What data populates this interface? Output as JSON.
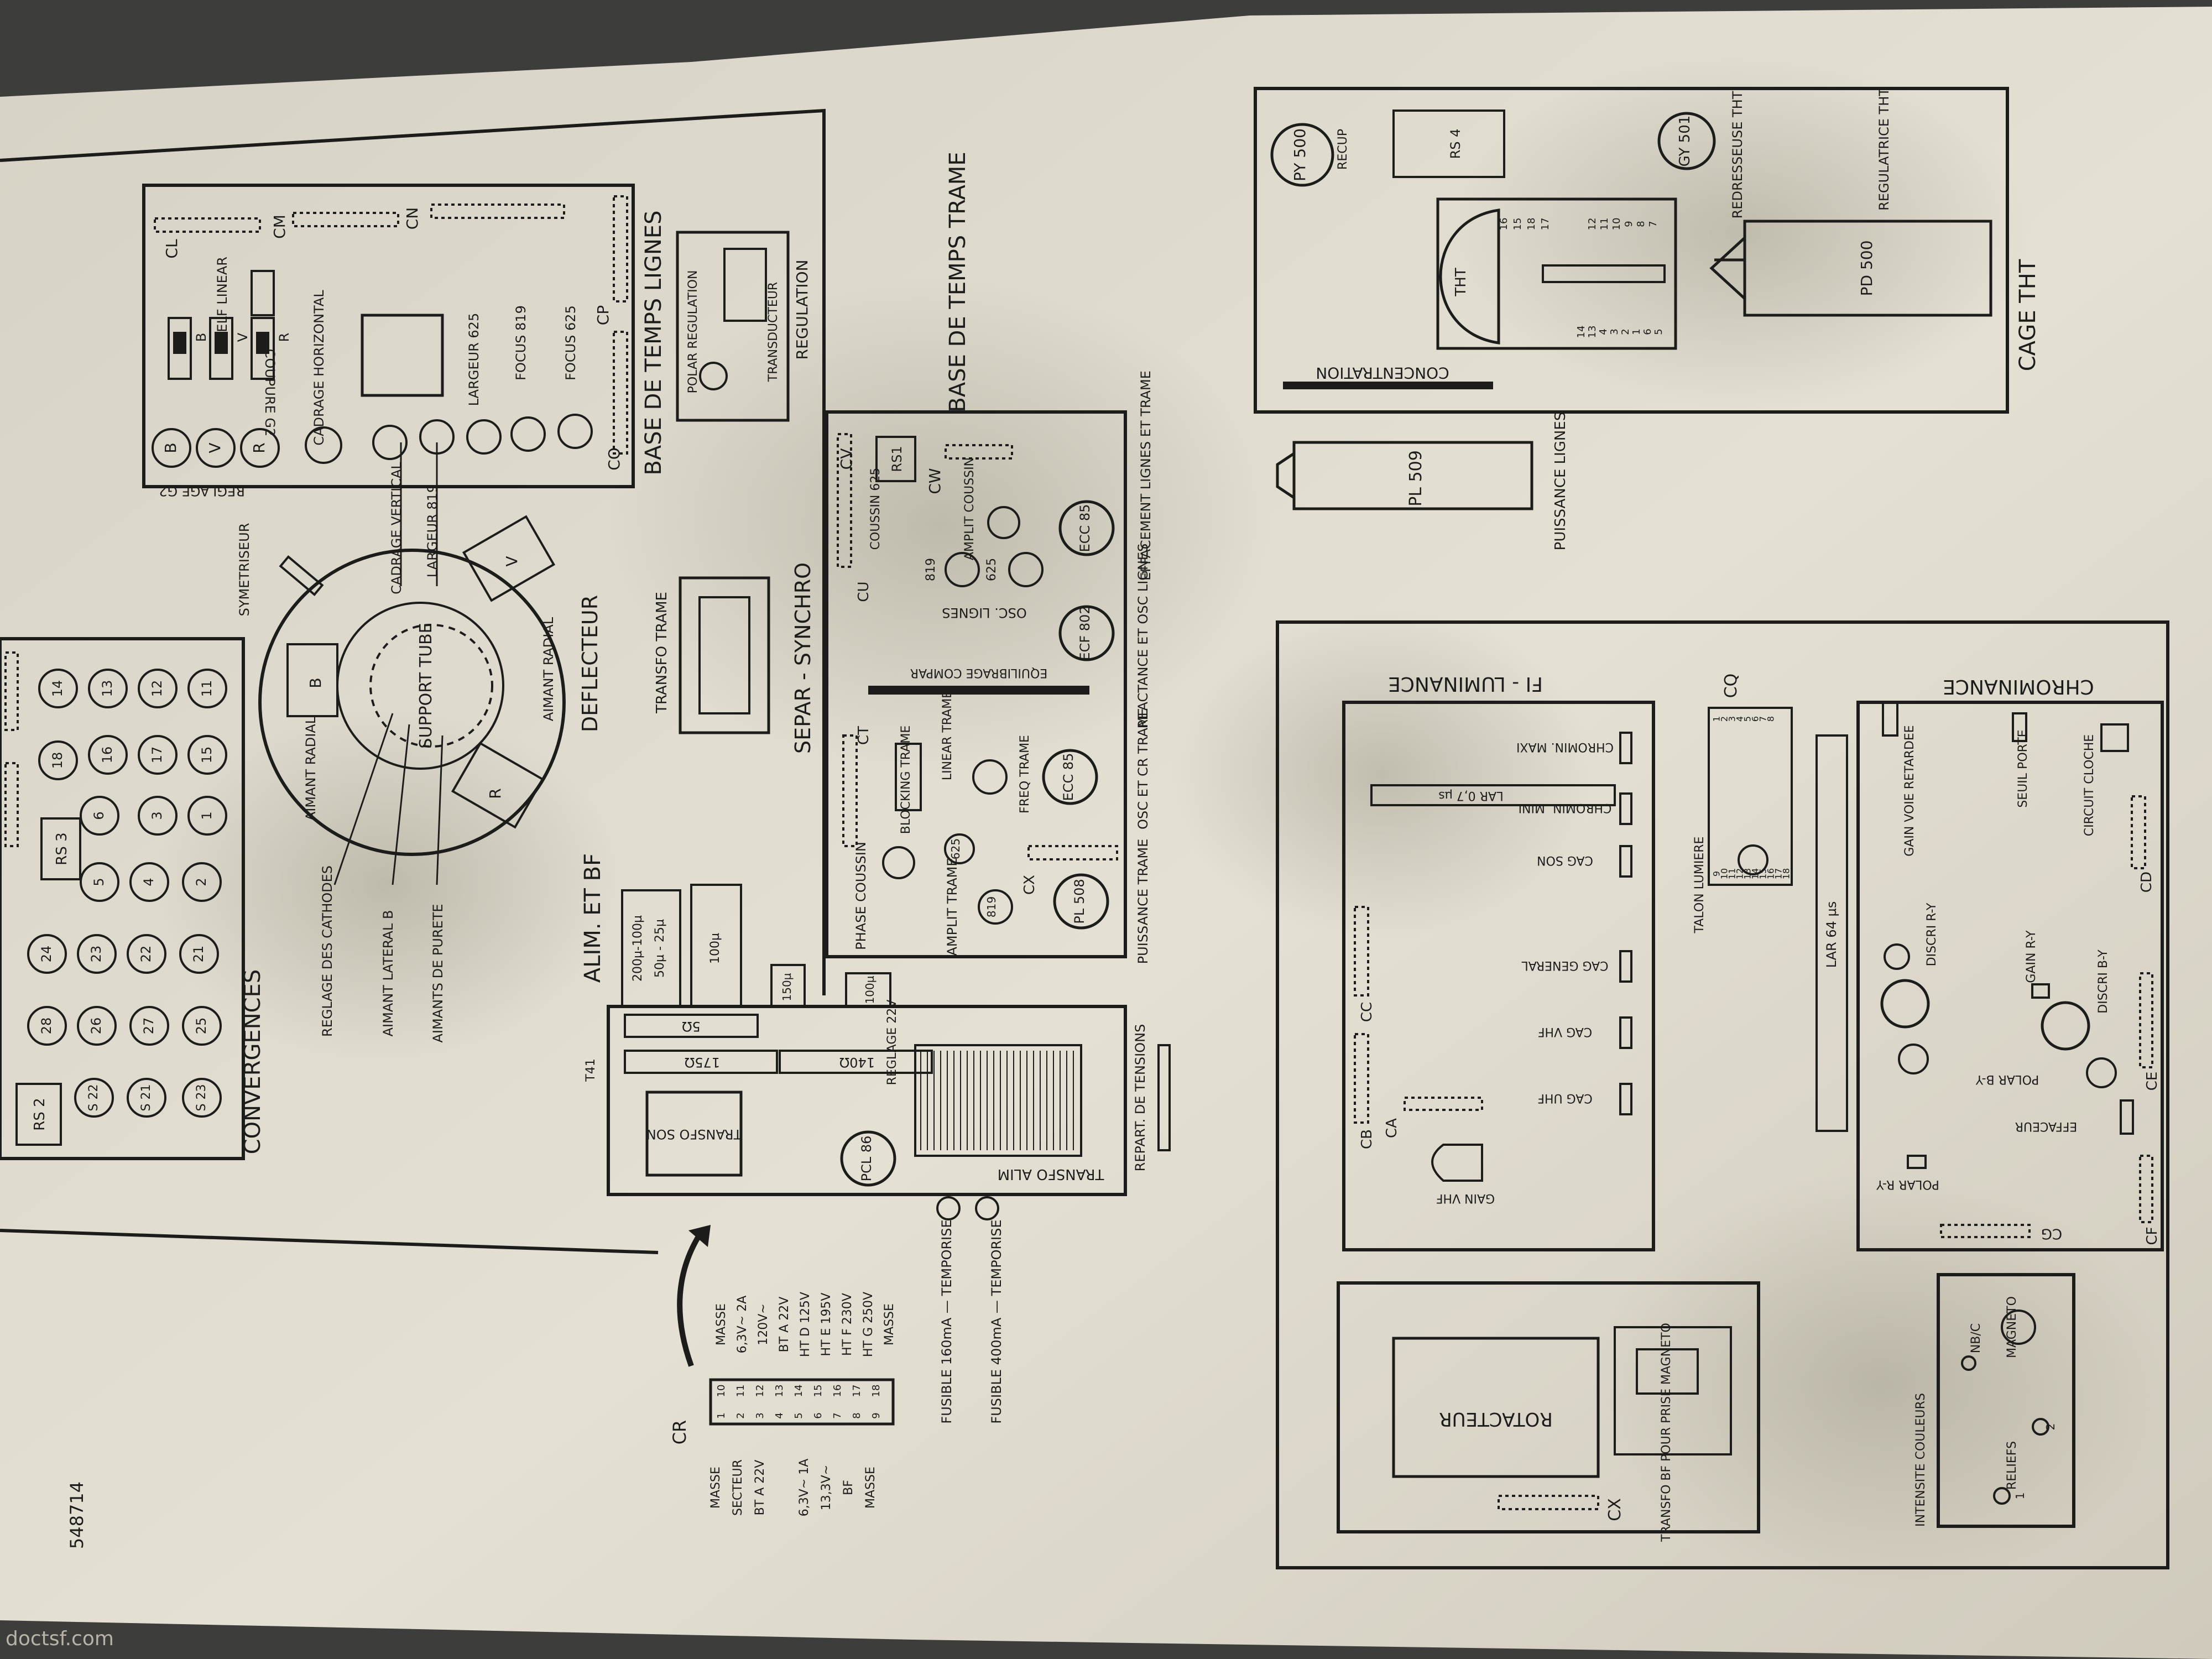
{
  "serial": "548714",
  "watermark": "doctsf.com",
  "colors": {
    "paper": "#ddd9cd",
    "ink": "#1c1c1a",
    "background": "#3d3d3b"
  },
  "convergences": {
    "title": "CONVERGENCES",
    "numbers": [
      "14",
      "13",
      "12",
      "11",
      "18",
      "16",
      "17",
      "15",
      "6",
      "3",
      "1",
      "5",
      "4",
      "2",
      "24",
      "23",
      "22",
      "21",
      "28",
      "26",
      "27",
      "25"
    ],
    "rs": [
      "RS 3",
      "RS 2"
    ],
    "s_labels": [
      "S 22",
      "S 21",
      "S 23"
    ]
  },
  "lignes": {
    "title": "BASE DE TEMPS LIGNES",
    "connectors": [
      "CL",
      "CM",
      "CN",
      "CP",
      "CO"
    ],
    "switches": [
      "B",
      "V",
      "R"
    ],
    "switch_caption": "COUPURE G2",
    "self_linear": "SELF LINEAR",
    "pots": [
      "B",
      "V",
      "R"
    ],
    "pots_caption": "REGLAGE G2",
    "cadrage_h": "CADRAGE HORIZONTAL",
    "largeur": "LARGEUR 625",
    "focus819": "FOCUS 819",
    "focus625": "FOCUS 625",
    "polar": "POLAR REGULATION",
    "transducteur": "TRANSDUCTEUR",
    "regulation": "REGULATION"
  },
  "deflecteur": {
    "title": "DEFLECTEUR",
    "support": "SUPPORT TUBE",
    "symetriseur": "SYMETRISEUR",
    "aimant_radial": "AIMANT RADIAL",
    "aimant_radial2": "AIMANT RADIAL",
    "cadrage_v": "CADRAGE VERTICAL",
    "largeur819": "LARGEUR 819",
    "reglage_cathodes": "REGLAGE DES CATHODES",
    "aimant_lateral": "AIMANT LATERAL B",
    "aimants_purete": "AIMANTS DE PURETE",
    "letters": [
      "B",
      "V",
      "R"
    ]
  },
  "trame": {
    "title": "BASE DE TEMPS TRAME",
    "transfo_trame": "TRANSFO TRAME",
    "separ": "SEPAR - SYNCHRO",
    "cv": "CV",
    "cw": "CW",
    "ct": "CT",
    "cu": "CU",
    "cx": "CX",
    "rs1": "RS1",
    "coussin625": "COUSSIN 625",
    "amplit_coussin": "AMPLIT COUSSIN",
    "osc_lignes": "OSC. LIGNES",
    "v819": "819",
    "v625": "625",
    "equilibrage": "EQUILIBRAGE COMPAR",
    "ecc85a": "ECC 85",
    "ecf802": "ECF 802",
    "ecc85b": "ECC 85",
    "blocking": "BLOCKING TRAME",
    "linear": "LINEAR TRAME",
    "freq": "FREQ TRAME",
    "phase_coussin": "PHASE COUSSIN",
    "amplit_trame": "AMPLIT TRAME",
    "pl508": "PL 508",
    "t819": "819",
    "t625": "625",
    "effacement": "EFFACEMENT LIGNES ET TRAME",
    "reactance": "REACTANCE ET OSC LIGNES",
    "osc_cr": "OSC ET CR TRAME",
    "puissance_trame": "PUISSANCE TRAME"
  },
  "alim": {
    "title": "ALIM. ET BF",
    "caps": [
      "200µ-100µ",
      "50µ - 25µ",
      "100µ",
      "150µ",
      "100µ"
    ],
    "res": [
      "5Ω",
      "175Ω",
      "140Ω"
    ],
    "t41": "T41",
    "reglage": "REGLAGE 22V",
    "transfo_son": "TRANSFO SON",
    "pcl86": "PCL 86",
    "transfo_alim": "TRANSFO ALIM",
    "repart": "REPART. DE TENSIONS"
  },
  "fuses": {
    "f1": "FUSIBLE 160mA — TEMPORISE",
    "f2": "FUSIBLE 400mA — TEMPORISE"
  },
  "cr": {
    "title": "CR",
    "left_labels": [
      "MASSE",
      "SECTEUR",
      "BT A 22V",
      "",
      "6,3V~ 1A",
      "13,3V~",
      "BF",
      "MASSE"
    ],
    "pins_left": [
      "1",
      "2",
      "3",
      "4",
      "5",
      "6",
      "7",
      "8",
      "9"
    ],
    "pins_right": [
      "10",
      "11",
      "12",
      "13",
      "14",
      "15",
      "16",
      "17",
      "18"
    ],
    "right_labels": [
      "MASSE",
      "6,3V~ 2A",
      "120V~",
      "BT A   22V",
      "HT D  125V",
      "HT E  195V",
      "HT F  230V",
      "HT G  250V",
      "MASSE"
    ]
  },
  "tht": {
    "title": "CAGE THT",
    "py500": "PY 500",
    "recup": "RECUP",
    "rs4": "RS 4",
    "gy501": "GY 501",
    "redresseuse": "REDRESSEUSE THT",
    "regulatrice": "REGULATRICE THT",
    "pd500": "PD 500",
    "tht_label": "THT",
    "concentration": "CONCENTRATION",
    "pins_a": [
      "16",
      "15",
      "18",
      "17"
    ],
    "pins_b": [
      "12",
      "11",
      "10",
      "9",
      "8",
      "7"
    ],
    "pins_c": [
      "14",
      "13",
      "4",
      "3",
      "2",
      "1",
      "6",
      "5"
    ]
  },
  "pl509": {
    "tube": "PL 509",
    "caption": "PUISSANCE LIGNES"
  },
  "fi": {
    "title": "FI - LUMINANCE",
    "chromin_maxi": "CHROMIN. MAXI",
    "chromin_mini": "CHROMIN. MINI",
    "lar07": "LAR 0,7 µs",
    "cag_son": "CAG SON",
    "cag_general": "CAG GENERAL",
    "cag_vhf": "CAG VHF",
    "cag_uhf": "CAG UHF",
    "gain_vhf": "GAIN VHF",
    "ca": "CA",
    "cb": "CB",
    "cc": "CC",
    "cq": "CQ",
    "talon": "TALON LUMIERE",
    "cq_pins": [
      "9",
      "10",
      "11",
      "12",
      "13",
      "14",
      "15",
      "16",
      "17",
      "18",
      "1",
      "2",
      "3",
      "4",
      "5",
      "6",
      "7",
      "8"
    ],
    "lar64": "LAR 64 µs"
  },
  "chroma": {
    "title": "CHROMINANCE",
    "circuit_cloche": "CIRCUIT CLOCHE",
    "seuil_porte": "SEUIL PORTE",
    "gain_voie": "GAIN VOIE RETARDEE",
    "cd": "CD",
    "discri_ry": "DISCRI R-Y",
    "gain_ry": "GAIN R-Y",
    "discri_by": "DISCRI B-Y",
    "polar_by": "POLAR B-Y",
    "ce": "CE",
    "effaceur": "EFFACEUR",
    "polar_ry": "POLAR R-Y",
    "cf": "CF",
    "cg": "CG"
  },
  "rotateur": {
    "title": "ROTACTEUR",
    "cx": "CX",
    "transfo_bf": "TRANSFO BF POUR PRISE MAGNETO"
  },
  "bottom_right": {
    "nbc": "NB/C",
    "magneto": "MAGNETO",
    "intensite": "INTENSITE COULEURS",
    "reliefs": "RELIEFS",
    "r1": "1",
    "r2": "2"
  }
}
